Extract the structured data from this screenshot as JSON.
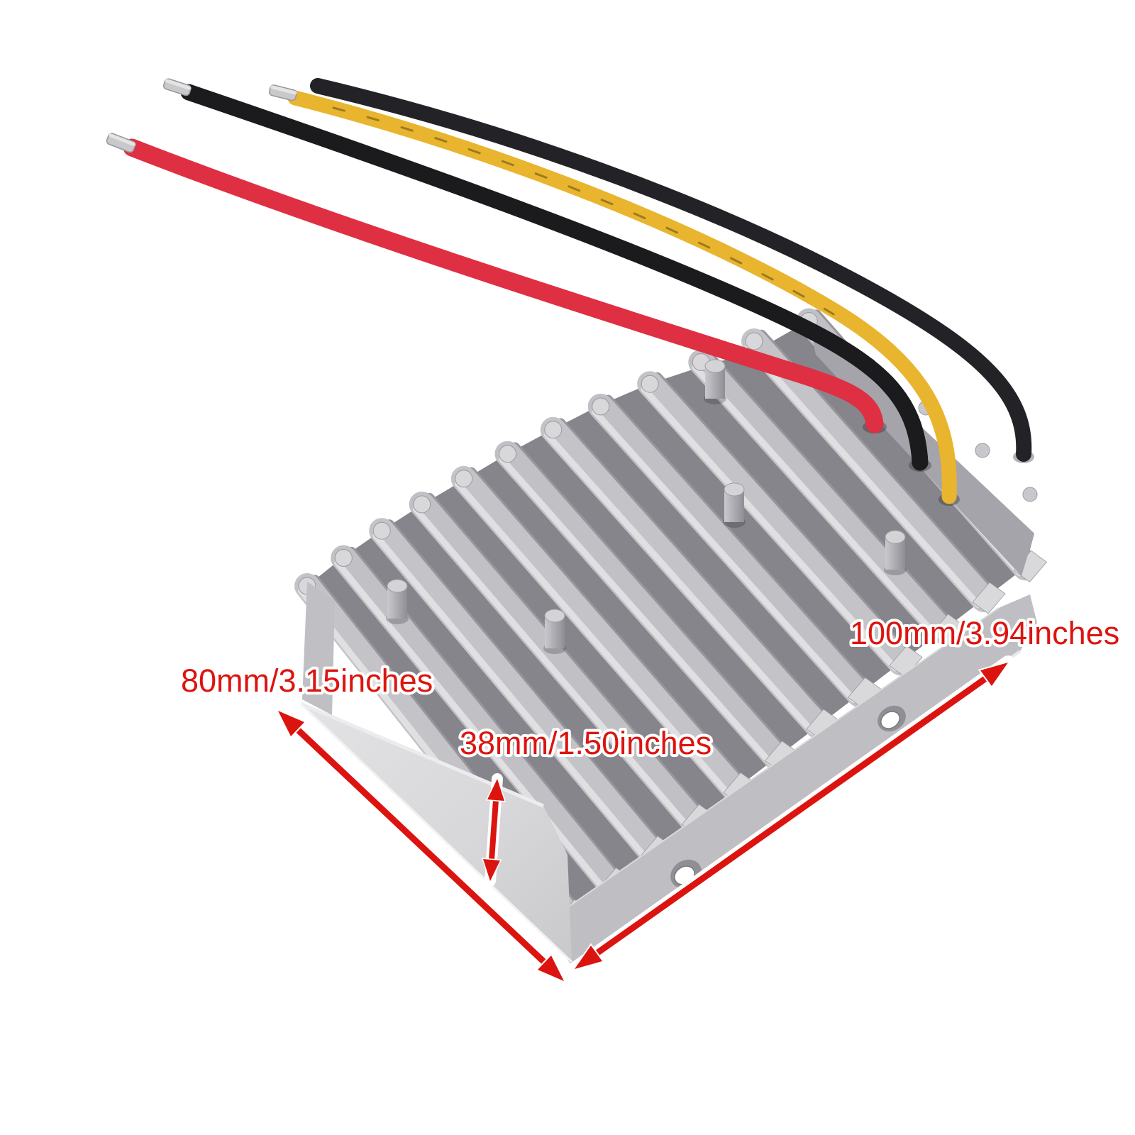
{
  "scene": {
    "description": "Product photo of a finned aluminum voltage-converter heatsink module with four lead wires and red dimension annotations on white background",
    "background_color": "#ffffff",
    "product": {
      "name": "aluminum-heatsink-converter-module",
      "fin_count": 12,
      "mounting_hole_count": 2,
      "body_color": "#c4c4c8",
      "fin_highlight_color": "#e0e0e3",
      "fin_shade_color": "#96969c",
      "channel_color": "#85858b",
      "end_face_color": "#d9d9db",
      "flange_color": "#bfbfc3",
      "post_color": "#b2b2b7"
    },
    "wires": [
      {
        "name": "red-wire",
        "color": "#df2f42"
      },
      {
        "name": "black-wire-1",
        "color": "#1b1b1e"
      },
      {
        "name": "yellow-wire",
        "color": "#e9b52f"
      },
      {
        "name": "black-wire-2",
        "color": "#232327"
      }
    ],
    "annotations": {
      "color": "#dc140f",
      "halo_color": "#ffffff",
      "width_label": "80mm/3.15inches",
      "length_label": "100mm/3.94inches",
      "height_label": "38mm/1.50inches"
    }
  }
}
